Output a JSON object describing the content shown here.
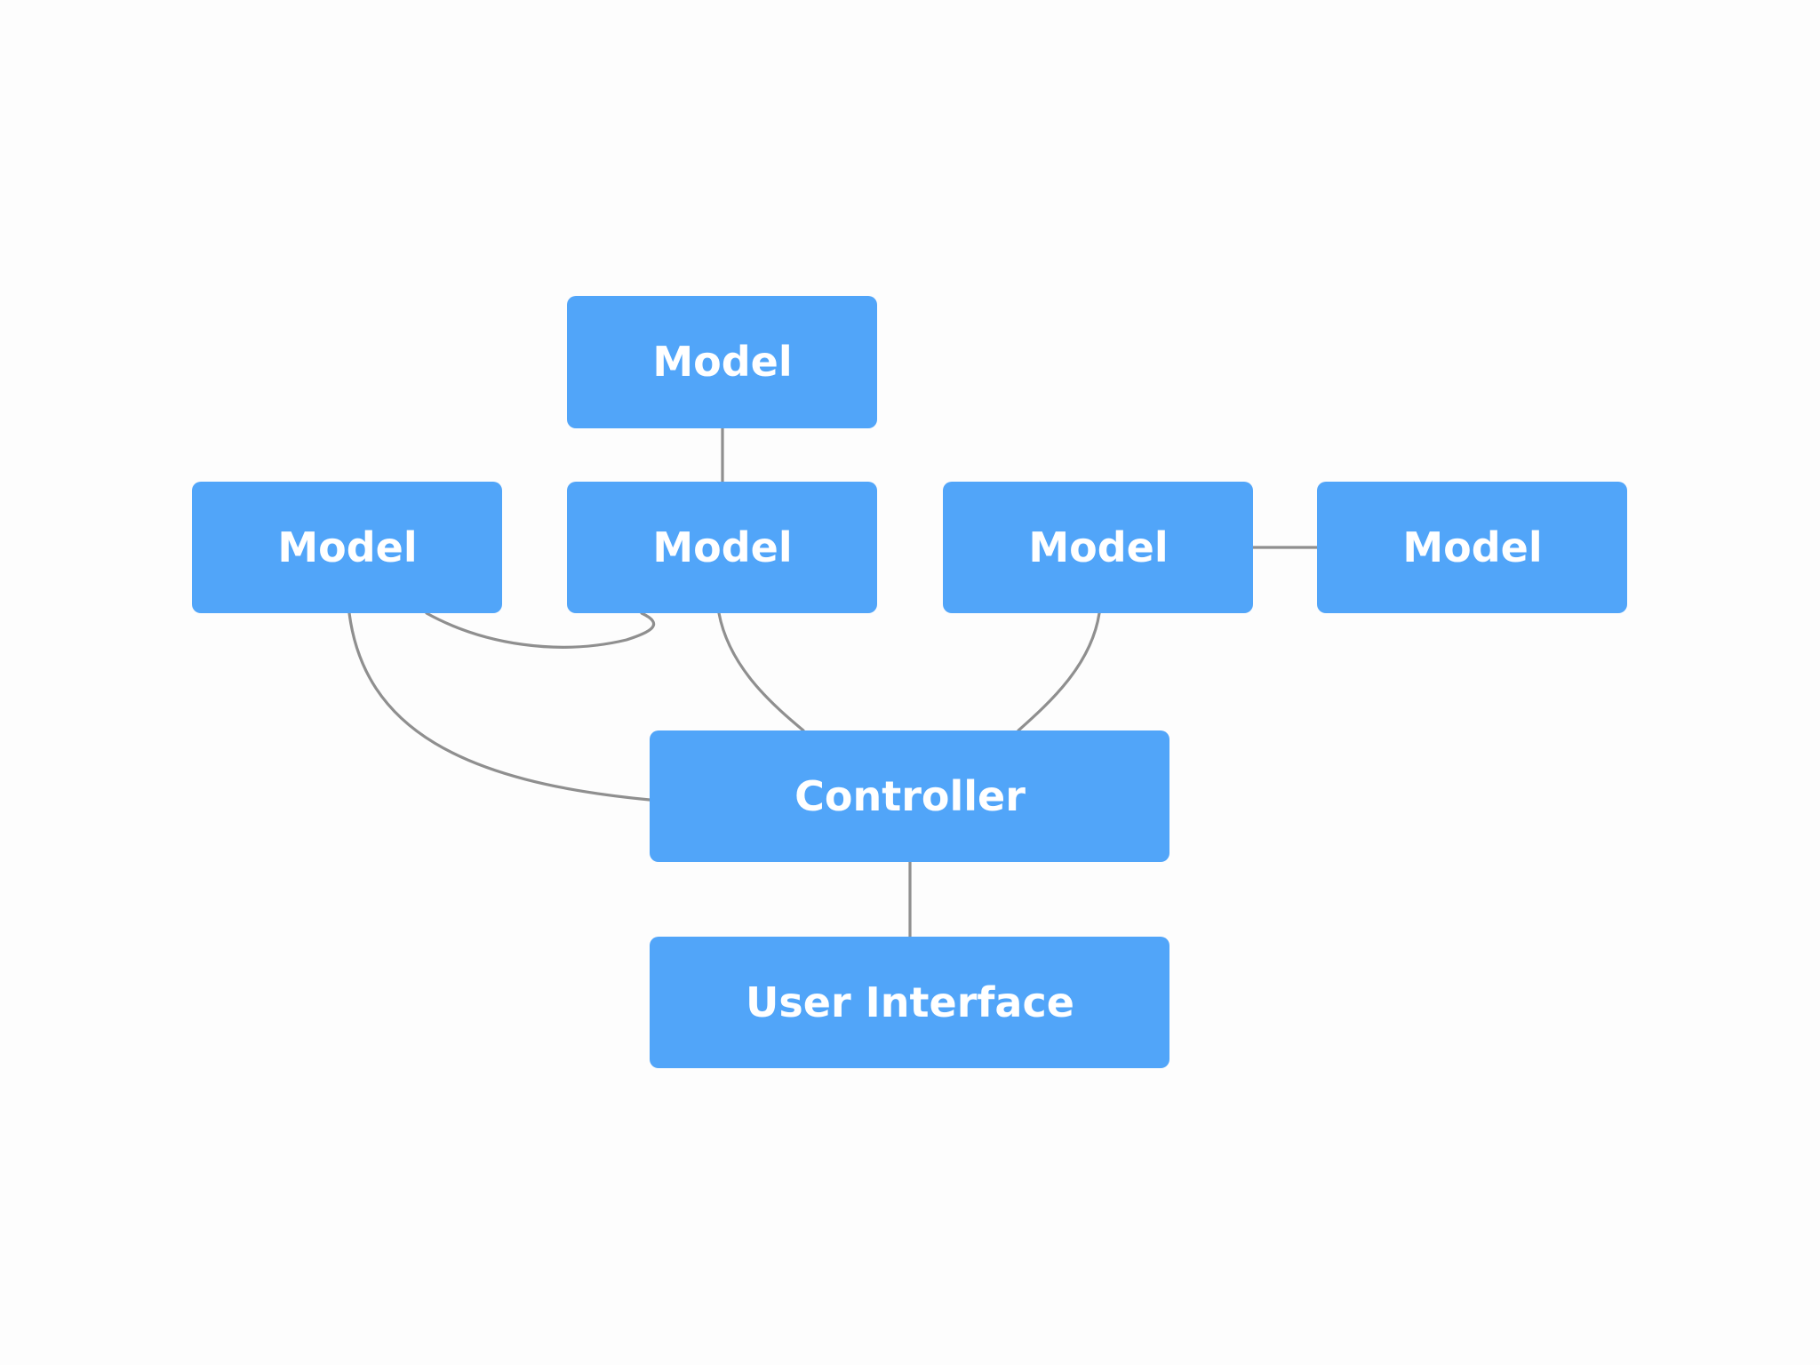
{
  "style": {
    "node_color": "#51a5f9",
    "label_color": "#ffffff",
    "connector_color": "#8f8f8f",
    "background_color": "#fdfdfd"
  },
  "nodes": {
    "model_top": "Model",
    "model_left": "Model",
    "model_center": "Model",
    "model_right": "Model",
    "model_far_right": "Model",
    "controller": "Controller",
    "user_interface": "User Interface"
  },
  "edges": [
    [
      "model_top",
      "model_center"
    ],
    [
      "model_left",
      "model_center"
    ],
    [
      "model_left",
      "controller"
    ],
    [
      "model_center",
      "controller"
    ],
    [
      "model_right",
      "controller"
    ],
    [
      "model_right",
      "model_far_right"
    ],
    [
      "controller",
      "user_interface"
    ]
  ]
}
